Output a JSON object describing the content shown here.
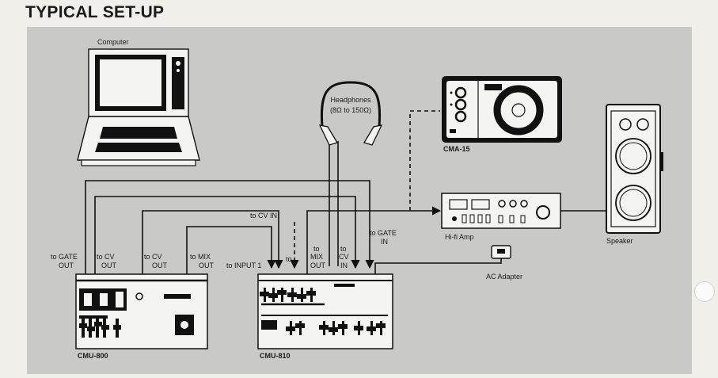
{
  "title": "TYPICAL SET-UP",
  "devices": {
    "computer": "Computer",
    "headphones": "Headphones",
    "headphones_spec": "(8Ω to 150Ω)",
    "cma15": "CMA-15",
    "hifi_amp": "Hi-fi Amp",
    "speaker": "Speaker",
    "ac_adapter": "AC Adapter",
    "cmu800": "CMU-800",
    "cmu810": "CMU-810"
  },
  "ports": {
    "to_gate_out": [
      "to GATE",
      "OUT"
    ],
    "to_cv_out_1": [
      "to CV",
      "OUT"
    ],
    "to_cv_out_2": [
      "to CV",
      "OUT"
    ],
    "to_mix_out_800": [
      "to MIX",
      "OUT"
    ],
    "to_input_1": "to INPUT 1",
    "to_cv_in_top": "to CV IN",
    "to_short": "to",
    "to_mix_out_810": [
      "to",
      "MIX",
      "OUT"
    ],
    "to_cv_in_810": [
      "to",
      "CV",
      "IN"
    ],
    "to_gate_in": [
      "to GATE",
      "IN"
    ]
  },
  "colors": {
    "panel": "#c9c9c7",
    "line": "#111111",
    "device_face": "#f4f4f2"
  }
}
